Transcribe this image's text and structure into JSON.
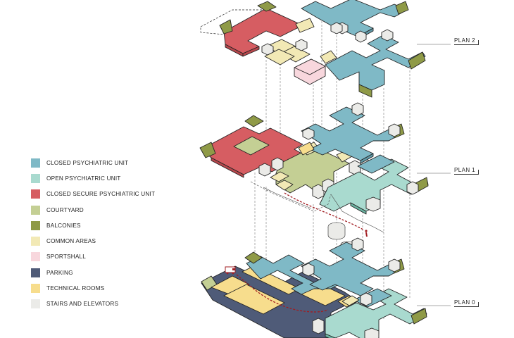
{
  "legend": [
    {
      "label": "CLOSED PSYCHIATRIC UNIT",
      "color": "#7fb9c6"
    },
    {
      "label": "OPEN PSYCHIATRIC UNIT",
      "color": "#a9dacf"
    },
    {
      "label": "CLOSED SECURE PSYCHIATRIC UNIT",
      "color": "#d65d62"
    },
    {
      "label": "COURTYARD",
      "color": "#c4cf94"
    },
    {
      "label": "BALCONIES",
      "color": "#8f9a47"
    },
    {
      "label": "COMMON AREAS",
      "color": "#f2e9b5"
    },
    {
      "label": "SPORTSHALL",
      "color": "#f8d7dd"
    },
    {
      "label": "PARKING",
      "color": "#4f5b78"
    },
    {
      "label": "TECHNICAL ROOMS",
      "color": "#f7dd8d"
    },
    {
      "label": "STAIRS AND ELEVATORS",
      "color": "#ebebe8"
    }
  ],
  "plans": {
    "plan2": "PLAN 2",
    "plan1": "PLAN 1",
    "plan0": "PLAN 0"
  },
  "colors": {
    "closed": "#7fb9c6",
    "closed_side": "#5f98a6",
    "open": "#a9dacf",
    "open_side": "#6cb5a3",
    "secure": "#d65d62",
    "secure_side": "#b8474c",
    "courtyard": "#c4cf94",
    "balcony": "#8f9a47",
    "common": "#f2e9b5",
    "sport": "#f8d7dd",
    "parking": "#4f5b78",
    "technical": "#f7dd8d",
    "stairs": "#ebebe8",
    "route": "#a11d22"
  }
}
